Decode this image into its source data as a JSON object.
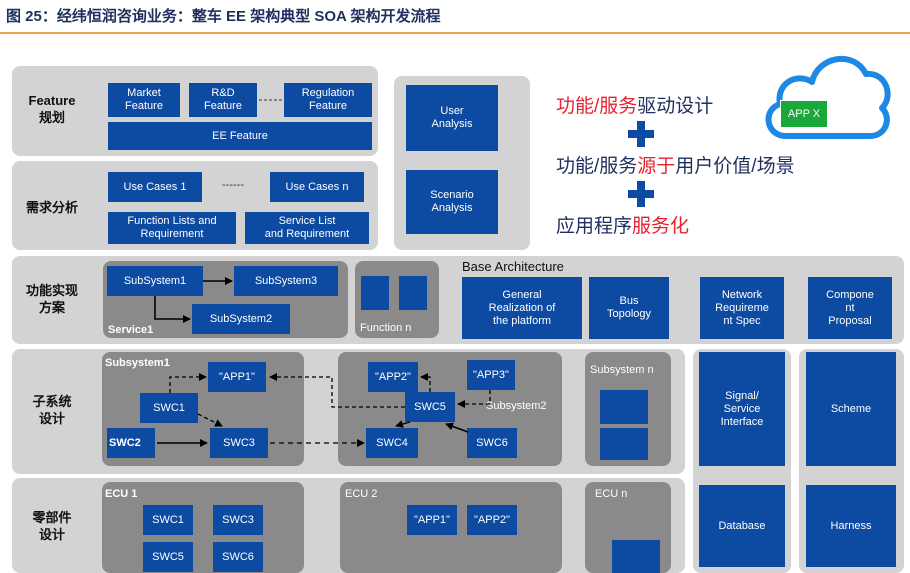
{
  "title": "图 25：经纬恒润咨询业务：整车 EE 架构典型 SOA 架构开发流程",
  "rows": {
    "feature": "Feature\n规划",
    "requirement": "需求分析",
    "function": "功能实现\n方案",
    "subsystem": "子系统\n设计",
    "parts": "零部件\n设计"
  },
  "feature": {
    "market": "Market\nFeature",
    "rd": "R&D\nFeature",
    "regulation": "Regulation\nFeature",
    "ee": "EE  Feature"
  },
  "requirement": {
    "usecase1": "Use Cases 1",
    "dots": "------",
    "usecasen": "Use Cases n",
    "function_lists": "Function Lists and\nRequirement",
    "service_list": "Service List\nand Requirement"
  },
  "analysis": {
    "user": "User\nAnalysis",
    "scenario": "Scenario\nAnalysis"
  },
  "slogan": {
    "line1_a": "功能/服务",
    "line1_b": "驱动设计",
    "line2_a": "功能/服务",
    "line2_b": "源于",
    "line2_c": "用户价值/场景",
    "line3_a": "应用程序",
    "line3_b": "服务化",
    "plus": "+",
    "app_x": "APP X"
  },
  "function_impl": {
    "subsystem1": "SubSystem1",
    "subsystem3": "SubSystem3",
    "subsystem2": "SubSystem2",
    "service1": "Service1",
    "function_n": "Function n"
  },
  "base": {
    "title": "Base Architecture",
    "general": "General\nRealization of\nthe platform",
    "bus": "Bus\nTopology",
    "network": "Network\nRequireme\nnt Spec",
    "component": "Compone\nnt\nProposal",
    "signal": "Signal/\nService\nInterface",
    "scheme": "Scheme",
    "database": "Database",
    "harness": "Harness"
  },
  "subsys": {
    "label1": "Subsystem1",
    "swc1": "SWC1",
    "app1": "\"APP1\"",
    "swc2": "SWC2",
    "swc3": "SWC3",
    "app2": "\"APP2\"",
    "app3": "\"APP3\"",
    "swc5": "SWC5",
    "label2": "Subsystem2",
    "swc4": "SWC4",
    "swc6": "SWC6",
    "labeln": "Subsystem n"
  },
  "ecu": {
    "ecu1": "ECU 1",
    "swc1": "SWC1",
    "swc3": "SWC3",
    "swc5": "SWC5",
    "swc6": "SWC6",
    "ecu2": "ECU 2",
    "app1": "\"APP1\"",
    "app2": "\"APP2\"",
    "ecun": "ECU n"
  },
  "colors": {
    "blue": "#0d4aa2",
    "red": "#e8212e",
    "green": "#1aa838",
    "title": "#1f2f5e",
    "rule": "#f0a54a"
  }
}
